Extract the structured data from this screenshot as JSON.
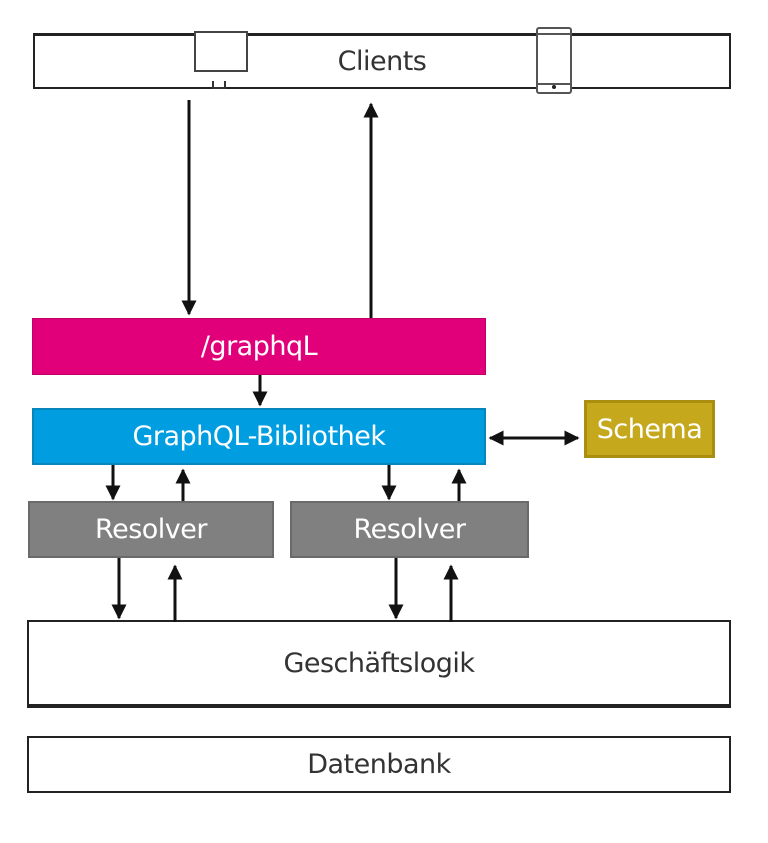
{
  "diagram": {
    "clients": {
      "label": "Clients",
      "icons": [
        "desktop-monitor-icon",
        "smartphone-icon"
      ]
    },
    "endpoint": {
      "label": "/graphqL",
      "color": "#e2007a"
    },
    "library": {
      "label": "GraphQL-Bibliothek",
      "color": "#009ee0"
    },
    "schema": {
      "label": "Schema",
      "color": "#c6a81c"
    },
    "resolvers": [
      {
        "label": "Resolver",
        "color": "#808080"
      },
      {
        "label": "Resolver",
        "color": "#808080"
      }
    ],
    "business_logic": {
      "label": "Geschäftslogik"
    },
    "database": {
      "label": "Datenbank"
    },
    "connections": [
      {
        "from": "Clients",
        "to": "/graphqL"
      },
      {
        "from": "/graphqL",
        "to": "Clients"
      },
      {
        "from": "/graphqL",
        "to": "GraphQL-Bibliothek"
      },
      {
        "from": "GraphQL-Bibliothek",
        "to": "Schema",
        "bidirectional": true
      },
      {
        "from": "GraphQL-Bibliothek",
        "to": "Resolver 1"
      },
      {
        "from": "Resolver 1",
        "to": "GraphQL-Bibliothek"
      },
      {
        "from": "GraphQL-Bibliothek",
        "to": "Resolver 2"
      },
      {
        "from": "Resolver 2",
        "to": "GraphQL-Bibliothek"
      },
      {
        "from": "Resolver 1",
        "to": "Geschäftslogik"
      },
      {
        "from": "Geschäftslogik",
        "to": "Resolver 1"
      },
      {
        "from": "Resolver 2",
        "to": "Geschäftslogik"
      },
      {
        "from": "Geschäftslogik",
        "to": "Resolver 2"
      }
    ]
  }
}
